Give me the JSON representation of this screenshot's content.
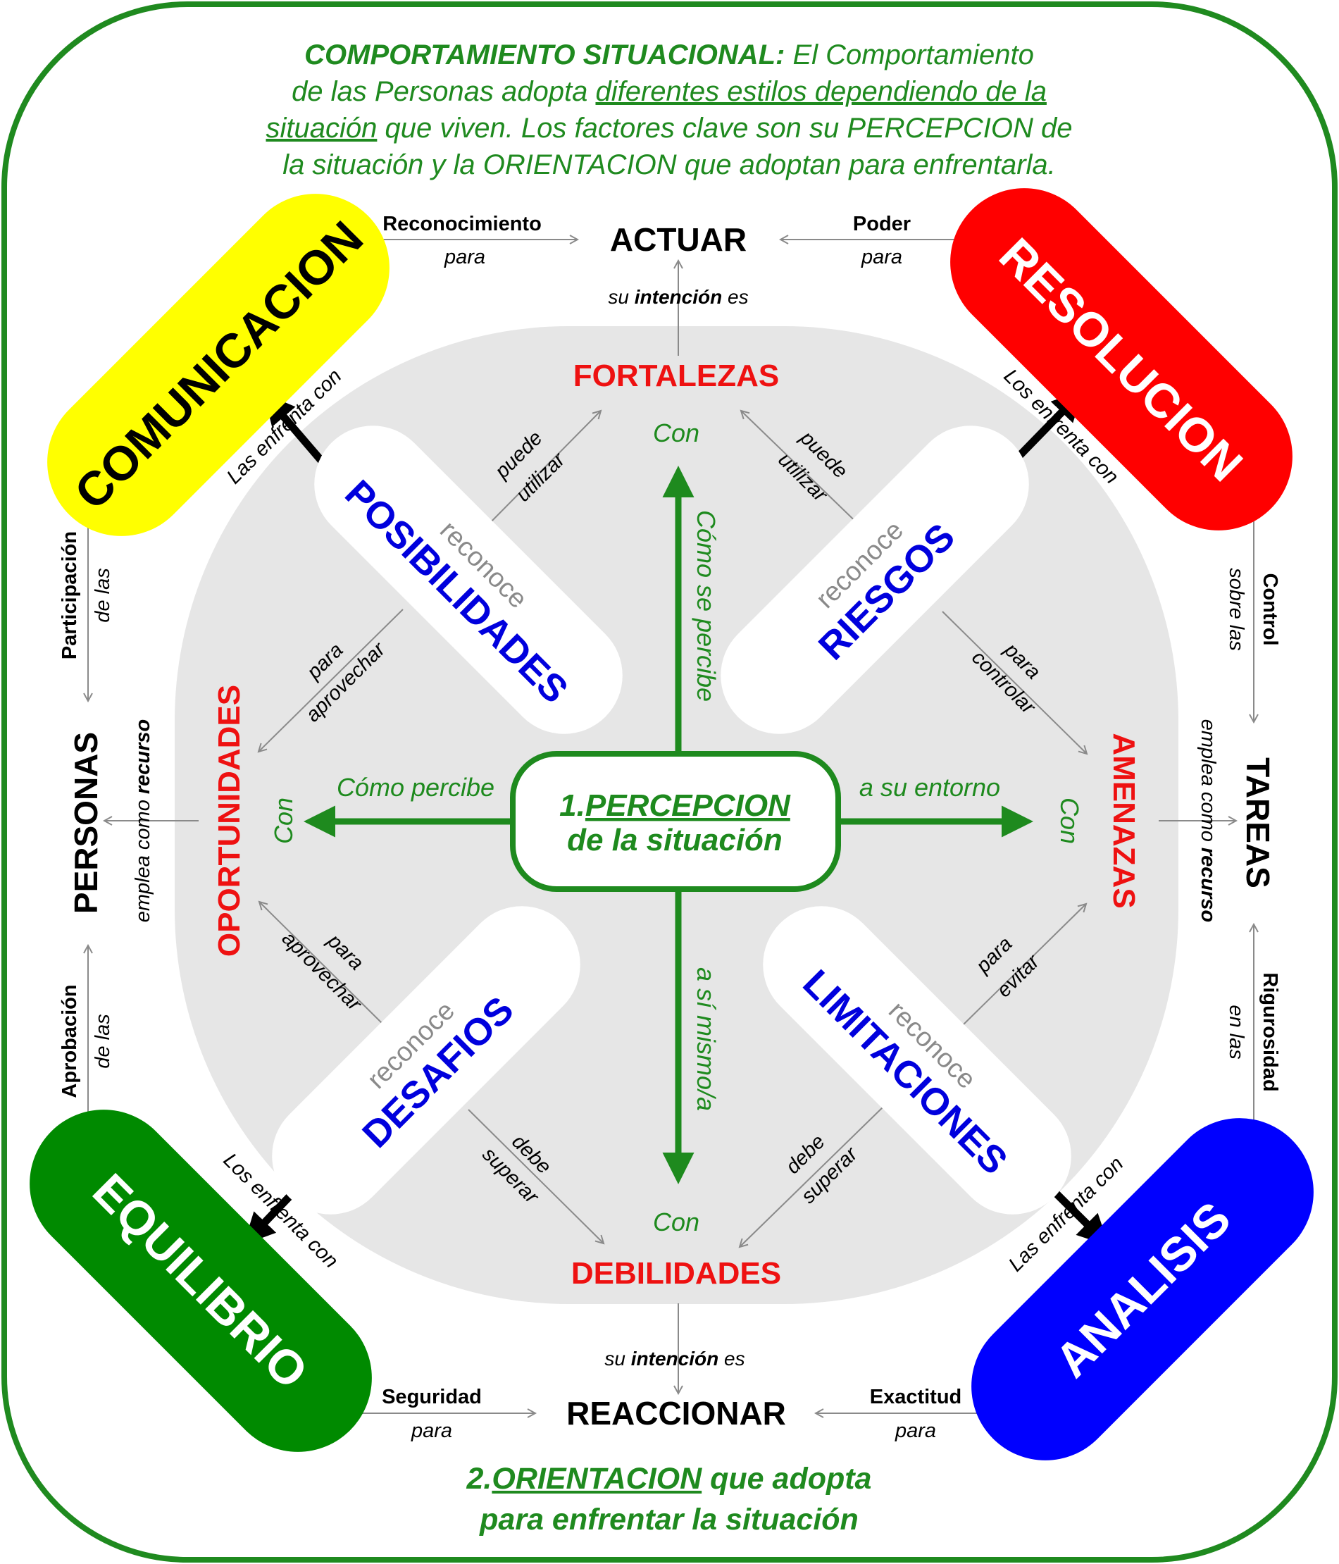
{
  "intro": {
    "title": "COMPORTAMIENTO SITUACIONAL:",
    "line1_rest": "El Comportamiento",
    "line2_start": "de las Personas adopta ",
    "underlined_1": "diferentes estilos dependiendo de la",
    "underlined_2": "situación",
    "line3_rest": " que viven. Los factores clave son su PERCEPCION de",
    "line4": "la situación y la ORIENTACION que adoptan para enfrentarla."
  },
  "center": {
    "prefix": "1.",
    "word": "PERCEPCION",
    "line2": "de la situación"
  },
  "footer": {
    "prefix": "2.",
    "word": "ORIENTACION",
    "rest": " que adopta",
    "line2": "para enfrentar la situación"
  },
  "styles": {
    "comunicacion": {
      "label": "COMUNICACION",
      "color": "#ffff00",
      "text_color": "#000000"
    },
    "resolucion": {
      "label": "RESOLUCION",
      "color": "#ff0000",
      "text_color": "#ffffff"
    },
    "equilibrio": {
      "label": "EQUILIBRIO",
      "color": "#008a00",
      "text_color": "#ffffff"
    },
    "analisis": {
      "label": "ANALISIS",
      "color": "#0000ff",
      "text_color": "#ffffff"
    }
  },
  "nodes": {
    "actuar": "ACTUAR",
    "reaccionar": "REACCIONAR",
    "personas": "PERSONAS",
    "tareas": "TAREAS",
    "fortalezas": "FORTALEZAS",
    "debilidades": "DEBILIDADES",
    "oportunidades": "OPORTUNIDADES",
    "amenazas": "AMENAZAS"
  },
  "pills": {
    "posibilidades": {
      "small": "reconoce",
      "big": "POSIBILIDADES"
    },
    "riesgos": {
      "small": "reconoce",
      "big": "RIESGOS"
    },
    "desafios": {
      "small": "reconoce",
      "big": "DESAFIOS"
    },
    "limitaciones": {
      "small": "reconoce",
      "big": "LIMITACIONES"
    }
  },
  "labels": {
    "reconocimiento": "Reconocimiento",
    "poder": "Poder",
    "para": "para",
    "su": "su ",
    "intencion": "intención",
    "es": " es",
    "con": "Con",
    "como_se_percibe": "Cómo se percibe",
    "a_si_mismo": "a sí mismo/a",
    "como_percibe": "Cómo percibe",
    "a_su_entorno": "a su entorno",
    "participacion": "Participación",
    "aprobacion": "Aprobación",
    "de_las": "de las",
    "control": "Control",
    "sobre_las": "sobre las",
    "rigurosidad": "Rigurosidad",
    "en_las": "en las",
    "emplea_como": "emplea como ",
    "recurso": "recurso",
    "las_enfrenta_con": "Las enfrenta con",
    "los_enfrenta_con": "Los enfrenta con",
    "puede": "puede",
    "utilizar": "utilizar",
    "aprovechar": "aprovechar",
    "controlar": "controlar",
    "evitar": "evitar",
    "debe": "debe",
    "superar": "superar",
    "seguridad": "Seguridad",
    "exactitud": "Exactitud"
  },
  "colors": {
    "frame_green": "#1f8a1f",
    "arrow_green": "#1e8a1e",
    "node_red": "#ee1111",
    "pill_blue": "#0000dd",
    "connector_gray": "#8a8a8a",
    "circle_gray": "#e6e6e6"
  }
}
